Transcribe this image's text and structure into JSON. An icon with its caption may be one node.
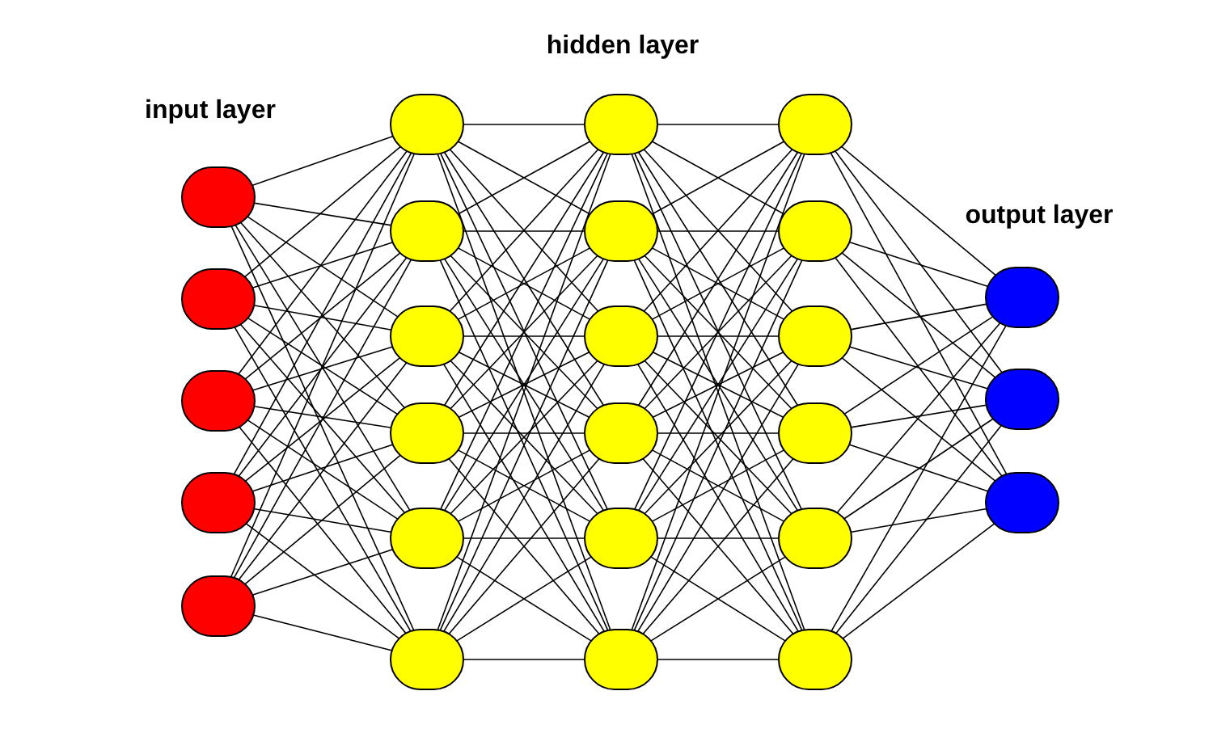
{
  "diagram": {
    "nodes": [
      {
        "text": [],
        "shape": "circle"
      },
      {
        "text": [],
        "shape": "circle"
      },
      {
        "text": [],
        "shape": "circle"
      },
      {
        "text": [],
        "shape": "circle"
      },
      {
        "text": [],
        "shape": "circle"
      },
      {
        "text": [],
        "shape": "circle"
      },
      {
        "text": [],
        "shape": "circle"
      },
      {
        "text": [],
        "shape": "circle"
      },
      {
        "text": [],
        "shape": "circle"
      },
      {
        "text": [],
        "shape": "circle"
      },
      {
        "text": [],
        "shape": "circle"
      },
      {
        "text": [],
        "shape": "circle"
      },
      {
        "text": [],
        "shape": "circle"
      },
      {
        "text": [],
        "shape": "circle"
      },
      {
        "text": [],
        "shape": "circle"
      },
      {
        "text": [],
        "shape": "circle"
      },
      {
        "text": [],
        "shape": "circle"
      },
      {
        "text": [],
        "shape": "circle"
      },
      {
        "text": [],
        "shape": "circle"
      },
      {
        "text": [],
        "shape": "circle"
      },
      {
        "text": [],
        "shape": "circle"
      },
      {
        "text": [],
        "shape": "circle"
      },
      {
        "text": [],
        "shape": "circle"
      },
      {
        "text": [],
        "shape": "circle"
      },
      {
        "text": [],
        "shape": "circle"
      },
      {
        "text": [],
        "shape": "circle"
      }
    ],
    "edges": [
      {
        "from": 0,
        "to": 5,
        "arrow": "none"
      },
      {
        "from": 0,
        "to": 6,
        "arrow": "none"
      },
      {
        "from": 0,
        "to": 7,
        "arrow": "none"
      },
      {
        "from": 0,
        "to": 8,
        "arrow": "none"
      },
      {
        "from": 0,
        "to": 9,
        "arrow": "none"
      },
      {
        "from": 0,
        "to": 10,
        "arrow": "none"
      },
      {
        "from": 1,
        "to": 5,
        "arrow": "none"
      },
      {
        "from": 1,
        "to": 6,
        "arrow": "none"
      },
      {
        "from": 1,
        "to": 7,
        "arrow": "none"
      },
      {
        "from": 1,
        "to": 8,
        "arrow": "none"
      },
      {
        "from": 1,
        "to": 9,
        "arrow": "none"
      },
      {
        "from": 1,
        "to": 10,
        "arrow": "none"
      },
      {
        "from": 2,
        "to": 5,
        "arrow": "none"
      },
      {
        "from": 2,
        "to": 6,
        "arrow": "none"
      },
      {
        "from": 2,
        "to": 7,
        "arrow": "none"
      },
      {
        "from": 2,
        "to": 8,
        "arrow": "none"
      },
      {
        "from": 2,
        "to": 9,
        "arrow": "none"
      },
      {
        "from": 2,
        "to": 10,
        "arrow": "none"
      },
      {
        "from": 3,
        "to": 5,
        "arrow": "none"
      },
      {
        "from": 3,
        "to": 6,
        "arrow": "none"
      },
      {
        "from": 3,
        "to": 7,
        "arrow": "none"
      },
      {
        "from": 3,
        "to": 8,
        "arrow": "none"
      },
      {
        "from": 3,
        "to": 9,
        "arrow": "none"
      },
      {
        "from": 3,
        "to": 10,
        "arrow": "none"
      },
      {
        "from": 4,
        "to": 5,
        "arrow": "none"
      },
      {
        "from": 4,
        "to": 6,
        "arrow": "none"
      },
      {
        "from": 4,
        "to": 7,
        "arrow": "none"
      },
      {
        "from": 4,
        "to": 8,
        "arrow": "none"
      },
      {
        "from": 4,
        "to": 9,
        "arrow": "none"
      },
      {
        "from": 4,
        "to": 10,
        "arrow": "none"
      },
      {
        "from": 5,
        "to": 11,
        "arrow": "none"
      },
      {
        "from": 5,
        "to": 12,
        "arrow": "none"
      },
      {
        "from": 5,
        "to": 13,
        "arrow": "none"
      },
      {
        "from": 5,
        "to": 14,
        "arrow": "none"
      },
      {
        "from": 5,
        "to": 15,
        "arrow": "none"
      },
      {
        "from": 5,
        "to": 16,
        "arrow": "none"
      },
      {
        "from": 6,
        "to": 11,
        "arrow": "none"
      },
      {
        "from": 6,
        "to": 12,
        "arrow": "none"
      },
      {
        "from": 6,
        "to": 13,
        "arrow": "none"
      },
      {
        "from": 6,
        "to": 14,
        "arrow": "none"
      },
      {
        "from": 6,
        "to": 15,
        "arrow": "none"
      },
      {
        "from": 6,
        "to": 16,
        "arrow": "none"
      },
      {
        "from": 7,
        "to": 11,
        "arrow": "none"
      },
      {
        "from": 7,
        "to": 12,
        "arrow": "none"
      },
      {
        "from": 7,
        "to": 13,
        "arrow": "none"
      },
      {
        "from": 7,
        "to": 14,
        "arrow": "none"
      },
      {
        "from": 7,
        "to": 15,
        "arrow": "none"
      },
      {
        "from": 7,
        "to": 16,
        "arrow": "none"
      },
      {
        "from": 8,
        "to": 11,
        "arrow": "none"
      },
      {
        "from": 8,
        "to": 12,
        "arrow": "none"
      },
      {
        "from": 8,
        "to": 13,
        "arrow": "none"
      },
      {
        "from": 8,
        "to": 14,
        "arrow": "none"
      },
      {
        "from": 8,
        "to": 15,
        "arrow": "none"
      },
      {
        "from": 8,
        "to": 16,
        "arrow": "none"
      },
      {
        "from": 9,
        "to": 11,
        "arrow": "none"
      },
      {
        "from": 9,
        "to": 12,
        "arrow": "none"
      },
      {
        "from": 9,
        "to": 13,
        "arrow": "none"
      },
      {
        "from": 9,
        "to": 14,
        "arrow": "none"
      },
      {
        "from": 9,
        "to": 15,
        "arrow": "none"
      },
      {
        "from": 9,
        "to": 16,
        "arrow": "none"
      },
      {
        "from": 10,
        "to": 11,
        "arrow": "none"
      },
      {
        "from": 10,
        "to": 12,
        "arrow": "none"
      },
      {
        "from": 10,
        "to": 13,
        "arrow": "none"
      },
      {
        "from": 10,
        "to": 14,
        "arrow": "none"
      },
      {
        "from": 10,
        "to": 15,
        "arrow": "none"
      },
      {
        "from": 10,
        "to": 16,
        "arrow": "none"
      },
      {
        "from": 11,
        "to": 17,
        "arrow": "none"
      },
      {
        "from": 11,
        "to": 18,
        "arrow": "none"
      },
      {
        "from": 11,
        "to": 19,
        "arrow": "none"
      },
      {
        "from": 11,
        "to": 20,
        "arrow": "none"
      },
      {
        "from": 11,
        "to": 21,
        "arrow": "none"
      },
      {
        "from": 11,
        "to": 22,
        "arrow": "none"
      },
      {
        "from": 12,
        "to": 17,
        "arrow": "none"
      },
      {
        "from": 12,
        "to": 18,
        "arrow": "none"
      },
      {
        "from": 12,
        "to": 19,
        "arrow": "none"
      },
      {
        "from": 12,
        "to": 20,
        "arrow": "none"
      },
      {
        "from": 12,
        "to": 21,
        "arrow": "none"
      },
      {
        "from": 12,
        "to": 22,
        "arrow": "none"
      },
      {
        "from": 13,
        "to": 17,
        "arrow": "none"
      },
      {
        "from": 13,
        "to": 18,
        "arrow": "none"
      },
      {
        "from": 13,
        "to": 19,
        "arrow": "none"
      },
      {
        "from": 13,
        "to": 20,
        "arrow": "none"
      },
      {
        "from": 13,
        "to": 21,
        "arrow": "none"
      },
      {
        "from": 13,
        "to": 22,
        "arrow": "none"
      },
      {
        "from": 14,
        "to": 17,
        "arrow": "none"
      },
      {
        "from": 14,
        "to": 18,
        "arrow": "none"
      },
      {
        "from": 14,
        "to": 19,
        "arrow": "none"
      },
      {
        "from": 14,
        "to": 20,
        "arrow": "none"
      },
      {
        "from": 14,
        "to": 21,
        "arrow": "none"
      },
      {
        "from": 14,
        "to": 22,
        "arrow": "none"
      },
      {
        "from": 15,
        "to": 17,
        "arrow": "none"
      },
      {
        "from": 15,
        "to": 18,
        "arrow": "none"
      },
      {
        "from": 15,
        "to": 19,
        "arrow": "none"
      },
      {
        "from": 15,
        "to": 20,
        "arrow": "none"
      },
      {
        "from": 15,
        "to": 21,
        "arrow": "none"
      },
      {
        "from": 15,
        "to": 22,
        "arrow": "none"
      },
      {
        "from": 16,
        "to": 17,
        "arrow": "none"
      },
      {
        "from": 16,
        "to": 18,
        "arrow": "none"
      },
      {
        "from": 16,
        "to": 19,
        "arrow": "none"
      },
      {
        "from": 16,
        "to": 20,
        "arrow": "none"
      },
      {
        "from": 16,
        "to": 21,
        "arrow": "none"
      },
      {
        "from": 16,
        "to": 22,
        "arrow": "none"
      },
      {
        "from": 17,
        "to": 23,
        "arrow": "none"
      },
      {
        "from": 17,
        "to": 24,
        "arrow": "none"
      },
      {
        "from": 17,
        "to": 25,
        "arrow": "none"
      },
      {
        "from": 18,
        "to": 23,
        "arrow": "none"
      },
      {
        "from": 18,
        "to": 24,
        "arrow": "none"
      },
      {
        "from": 18,
        "to": 25,
        "arrow": "none"
      },
      {
        "from": 19,
        "to": 23,
        "arrow": "none"
      },
      {
        "from": 19,
        "to": 24,
        "arrow": "none"
      },
      {
        "from": 19,
        "to": 25,
        "arrow": "none"
      },
      {
        "from": 20,
        "to": 23,
        "arrow": "none"
      },
      {
        "from": 20,
        "to": 24,
        "arrow": "none"
      },
      {
        "from": 20,
        "to": 25,
        "arrow": "none"
      },
      {
        "from": 21,
        "to": 23,
        "arrow": "none"
      },
      {
        "from": 21,
        "to": 24,
        "arrow": "none"
      },
      {
        "from": 21,
        "to": 25,
        "arrow": "none"
      },
      {
        "from": 22,
        "to": 23,
        "arrow": "none"
      },
      {
        "from": 22,
        "to": 24,
        "arrow": "none"
      },
      {
        "from": 22,
        "to": 25,
        "arrow": "none"
      }
    ],
    "labels": [
      "hidden layer",
      "input layer",
      "output layer"
    ]
  }
}
